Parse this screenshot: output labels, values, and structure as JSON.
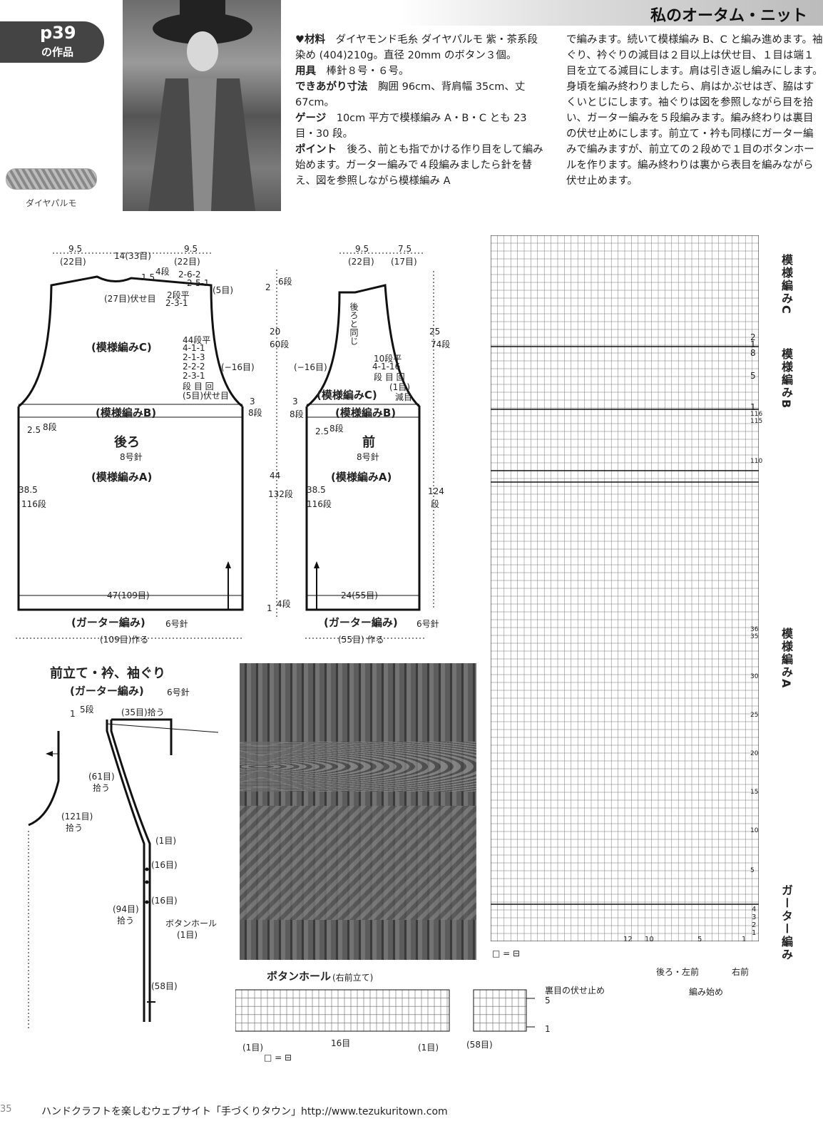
{
  "header": {
    "title": "私のオータム・ニット",
    "badge_page": "p39",
    "badge_sub": "の作品"
  },
  "photo_caption": "ダイヤパルモ",
  "col1": {
    "materials_head": "♥材料",
    "materials": "ダイヤモンド毛糸 ダイヤパルモ 紫・茶系段染め (404)210g。直径 20mm のボタン３個。",
    "tools_head": "用具",
    "tools": "棒針８号・６号。",
    "size_head": "できあがり寸法",
    "size": "胸囲 96cm、背肩幅 35cm、丈 67cm。",
    "gauge_head": "ゲージ",
    "gauge": "10cm 平方で模様編み A・B・C とも 23 目・30 段。",
    "point_head": "ポイント",
    "point": "後ろ、前とも指でかける作り目をして編み始めます。ガーター編みで４段編みましたら針を替え、図を参照しながら模様編み A"
  },
  "col2": {
    "text": "で編みます。続いて模様編み B、C と編み進めます。袖ぐり、衿ぐりの減目は２目以上は伏せ目、１目は端１目を立てる減目にします。肩は引き返し編みにします。身頃を編み終わりましたら、肩はかぶせはぎ、脇はすくいとじにします。袖ぐりは図を参照しながら目を拾い、ガーター編みを５段編みます。編み終わりは裏目の伏せ止めにします。前立て・衿も同様にガーター編みで編みますが、前立ての２段めで１目のボタンホールを作ります。編み終わりは裏から表目を編みながら伏せ止めます。"
  },
  "back": {
    "top_w1": "9.5",
    "top_w1s": "(22目)",
    "top_w2": "14(33目)",
    "top_w3": "9.5",
    "top_w3s": "(22目)",
    "neck_dec": "1.5",
    "neck_dec_s": "4段",
    "neck_bind": "(27目)伏せ目",
    "shoulder1": "2-6-2",
    "shoulder2": "2-5-1",
    "shoulder3": "(5目)",
    "shoulder4": "2段平",
    "shoulder5": "2-3-1",
    "patC": "(模様編みC)",
    "arm1": "44段平",
    "arm2": "4-1-1",
    "arm3": "2-1-3",
    "arm4": "2-2-2",
    "arm5": "2-3-1",
    "arm6": "段 目 回",
    "arm7": "(5目)伏せ目",
    "arm_dec": "(−16目)",
    "patB": "(模様編みB)",
    "label": "後ろ",
    "needle": "8号針",
    "patA": "(模様編みA)",
    "side1": "2.5",
    "side1s": "8段",
    "side2": "38.5",
    "side2s": "116段",
    "bottom_w": "47(109目)",
    "garter": "(ガーター編み)",
    "garter_n": "6号針",
    "cast": "(109目)作る"
  },
  "middle": {
    "m1": "2",
    "m1s": "6段",
    "m2": "20",
    "m2s": "60段",
    "m3": "3",
    "m3s": "8段",
    "m4": "44",
    "m4s": "132段",
    "m5": "1",
    "m5s": "4段"
  },
  "front": {
    "top_w1": "9.5",
    "top_w1s": "(22目)",
    "top_w2": "7.5",
    "top_w2s": "(17目)",
    "same_as_back": "後ろと同じ",
    "neck1": "10段平",
    "neck2": "4-1-16",
    "neck3": "段 目 回",
    "neck4": "(1目)",
    "neck5": "減目",
    "arm_dec": "(−16目)",
    "patC": "(模様編みC)",
    "patB": "(模様編みB)",
    "left1": "3",
    "left1s": "8段",
    "side1": "2.5",
    "side1s": "8段",
    "side2": "38.5",
    "side2s": "116段",
    "label": "前",
    "needle": "8号針",
    "patA": "(模様編みA)",
    "right1": "25",
    "right1s": "74段",
    "right2": "124",
    "right2s": "段",
    "bottom_w": "24(55目)",
    "garter": "(ガーター編み)",
    "garter_n": "6号針",
    "cast": "(55目) 作る"
  },
  "band": {
    "title": "前立て・衿、袖ぐり",
    "sub": "(ガーター編み)",
    "sub_n": "6号針",
    "top1": "1",
    "top1s": "5段",
    "pick1": "(35目)拾う",
    "pick2": "(61目)",
    "pick2b": "拾う",
    "pick3": "(121目)",
    "pick3b": "拾う",
    "r1": "(1目)",
    "r2": "(16目)",
    "r3": "(16目)",
    "pick4": "(94目)",
    "pick4b": "拾う",
    "bh": "ボタンホール",
    "bh2": "(1目)",
    "r4": "(58目)"
  },
  "buttonhole": {
    "title": "ボタンホール",
    "title_s": "(右前立て)",
    "bind": "裏目の伏せ止め",
    "row5": "5",
    "row1": "1",
    "b1": "(1目)",
    "b2": "16目",
    "b3": "(1目)",
    "b4": "(58目)",
    "legend": "□ = ⊟"
  },
  "chart": {
    "labelC": "模様編みC",
    "labelB": "模様編みB",
    "labelA": "模様編みA",
    "labelG": "ガーター編み",
    "rowsC": [
      "2",
      "1"
    ],
    "rowsB": [
      "8",
      "5",
      "1"
    ],
    "rowsBA": [
      "116",
      "115",
      "110"
    ],
    "rowsA": [
      "36",
      "35",
      "30",
      "25",
      "20",
      "15",
      "10",
      "5"
    ],
    "rowsG": [
      "4",
      "3",
      "2",
      "1"
    ],
    "cols": [
      "12",
      "10",
      "5",
      "1"
    ],
    "bottom_left": "後ろ・左前",
    "bottom_right": "右前",
    "start": "編み始め",
    "legend": "□ = ⊟"
  },
  "footer": {
    "page": "35",
    "text": "ハンドクラフトを楽しむウェブサイト「手づくりタウン」http://www.tezukuritown.com"
  }
}
